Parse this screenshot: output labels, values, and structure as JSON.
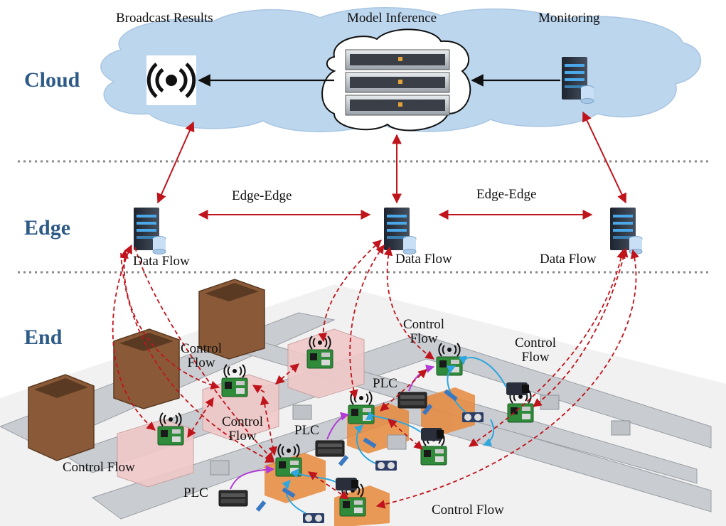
{
  "tiers": {
    "cloud": "Cloud",
    "edge": "Edge",
    "end": "End"
  },
  "cloud": {
    "broadcast": "Broadcast Results",
    "inference": "Model Inference",
    "monitoring": "Monitoring"
  },
  "edge": {
    "link_left": "Edge-Edge",
    "link_right": "Edge-Edge",
    "data_flow_1": "Data Flow",
    "data_flow_2": "Data Flow",
    "data_flow_3": "Data Flow"
  },
  "end": {
    "control_flow_1": "Control\nFlow",
    "control_flow_2": "Control\nFlow",
    "control_flow_3": "Control\nFlow",
    "control_flow_4": "Control\nFlow",
    "control_flow_5": "Control Flow",
    "control_flow_6": "Control Flow",
    "plc_1": "PLC",
    "plc_2": "PLC",
    "plc_3": "PLC"
  },
  "colors": {
    "tier_text": "#2d5a86",
    "cloud_fill": "#bcd6ee",
    "arrow_red": "#c0141c",
    "arrow_blue": "#2ea6df",
    "arrow_purple": "#b23ad6",
    "box_brown": "#8a5a38",
    "board_green": "#2f8a3a"
  }
}
